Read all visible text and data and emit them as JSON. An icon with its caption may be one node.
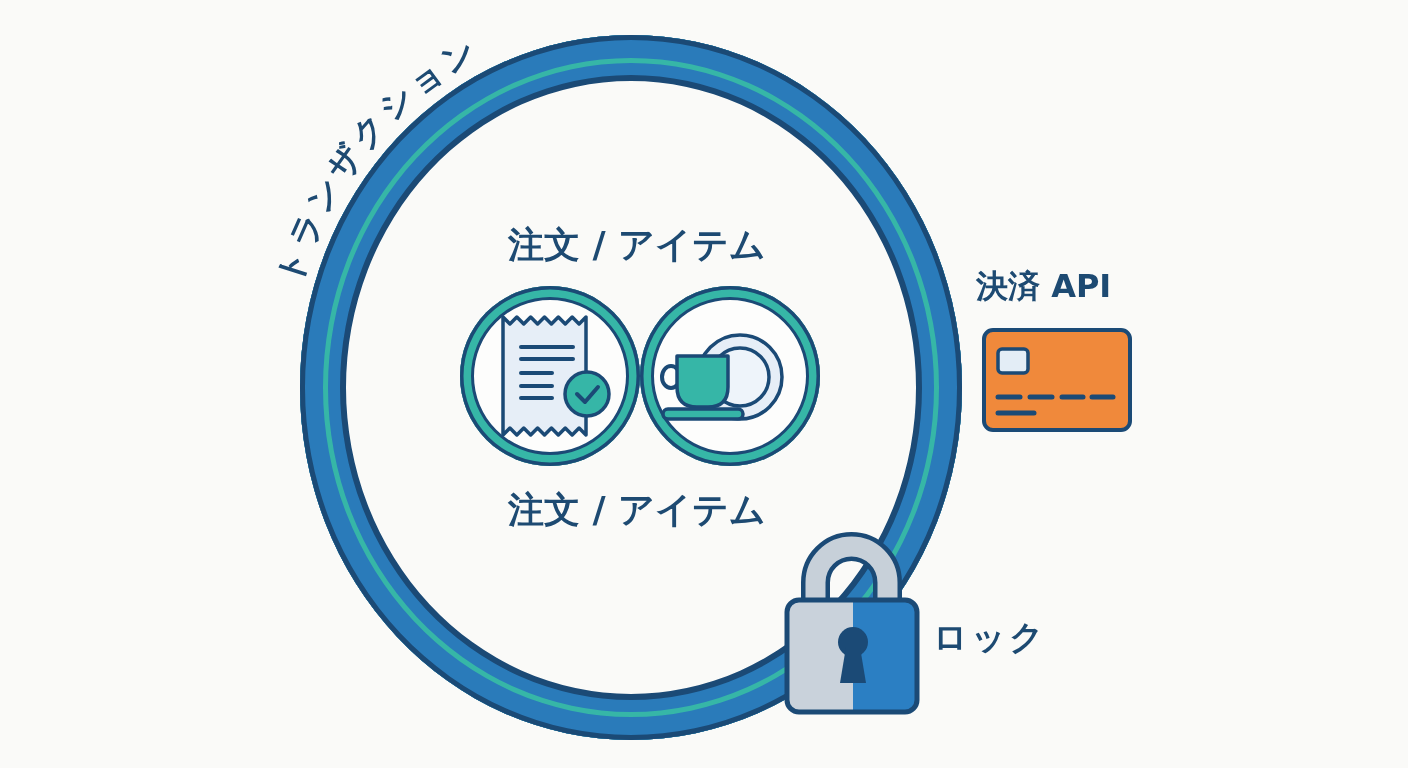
{
  "diagram": {
    "nodes": [
      {
        "text": [
          "トランザクション"
        ]
      },
      {
        "text": [],
        "shape": "circle",
        "in": 0
      },
      {
        "text": [],
        "shape": "circle",
        "in": 0
      }
    ],
    "labels": [
      "注文 / アイテム",
      "注文 / アイテム",
      "決済 API",
      "ロック"
    ]
  }
}
